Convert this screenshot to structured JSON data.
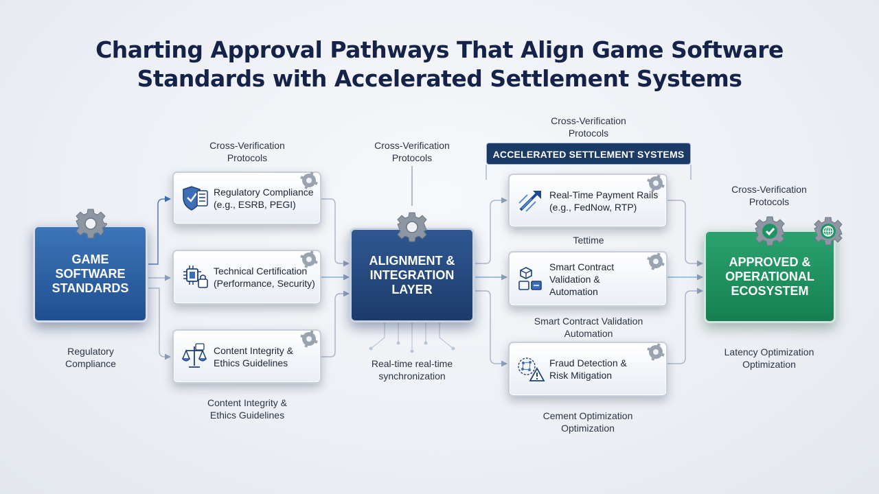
{
  "title": {
    "line1": "Charting Approval Pathways That Align Game Software",
    "line2": "Standards with Accelerated Settlement Systems"
  },
  "boxes": {
    "game_standards": [
      "GAME",
      "SOFTWARE",
      "STANDARDS"
    ],
    "alignment_layer": [
      "ALIGNMENT &",
      "INTEGRATION",
      "LAYER"
    ],
    "approved": [
      "APPROVED &",
      "OPERATIONAL",
      "ECOSYSTEM"
    ]
  },
  "settlement_header": "ACCELERATED SETTLEMENT SYSTEMS",
  "standards_cards": [
    {
      "icon": "shield-checklist-icon",
      "lines": [
        "Regulatory Compliance",
        "(e.g., ESRB, PEGI)"
      ]
    },
    {
      "icon": "circuit-lock-icon",
      "lines": [
        "Technical Certification",
        "(Performance, Security)"
      ]
    },
    {
      "icon": "scales-document-icon",
      "lines": [
        "Content Integrity &",
        "Ethics Guidelines"
      ]
    }
  ],
  "settlement_cards": [
    {
      "icon": "speed-arrow-icon",
      "lines": [
        "Real-Time Payment Rails",
        "(e.g., FedNow, RTP)"
      ]
    },
    {
      "icon": "blocks-contract-icon",
      "lines": [
        "Smart Contract",
        "Validation &",
        "Automation"
      ]
    },
    {
      "icon": "network-warning-icon",
      "lines": [
        "Fraud Detection &",
        "Risk Mitigation"
      ]
    }
  ],
  "captions": {
    "cross_verification_left": [
      "Cross-Verification",
      "Protocols"
    ],
    "cross_verification_mid": [
      "Cross-Verification",
      "Protocols"
    ],
    "cross_verification_top": [
      "Cross-Verification",
      "Protocols"
    ],
    "cross_verification_right": [
      "Cross-Verification",
      "Protocols"
    ],
    "regulatory_compliance": [
      "Regulatory",
      "Compliance"
    ],
    "content_integrity": [
      "Content Integrity &",
      "Ethics Guidelines"
    ],
    "realtime_sync": [
      "Real-time real-time",
      "synchronization"
    ],
    "tettime": [
      "Tettime"
    ],
    "smart_contract": [
      "Smart Contract Validation",
      "Automation"
    ],
    "cement_optimization": [
      "Cement Optimization",
      "Optimization"
    ],
    "latency_optimization": [
      "Latency Optimization",
      "Optimization"
    ]
  },
  "colors": {
    "title": "#142347",
    "standards_blue": "#2a5fa3",
    "alignment_navy": "#234676",
    "approved_green": "#1f9363",
    "header_navy": "#1c3a66",
    "wire": "#a9b7cc"
  }
}
